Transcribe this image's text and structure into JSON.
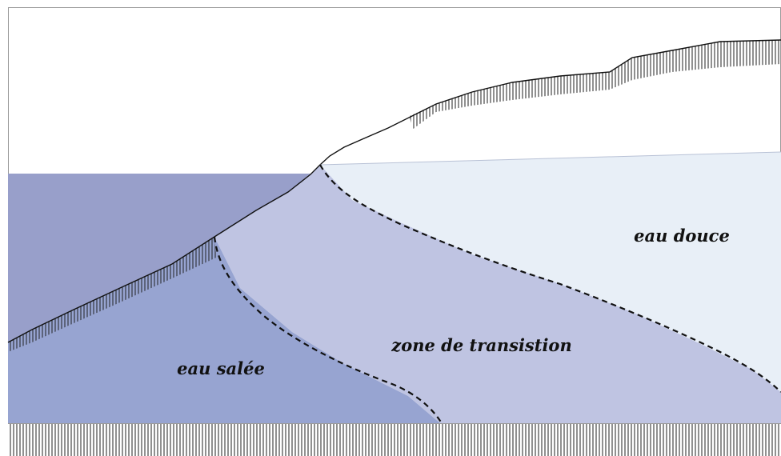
{
  "labels": {
    "salt_water": "eau salée",
    "transition_zone": "zone de transistion",
    "fresh_water": "eau douce"
  },
  "colors": {
    "sea": "#989fca",
    "salt_water": "#97a4d1",
    "transition_zone": "#bfc4e2",
    "fresh_water": "#e8eff7",
    "lines": "#111111"
  }
}
